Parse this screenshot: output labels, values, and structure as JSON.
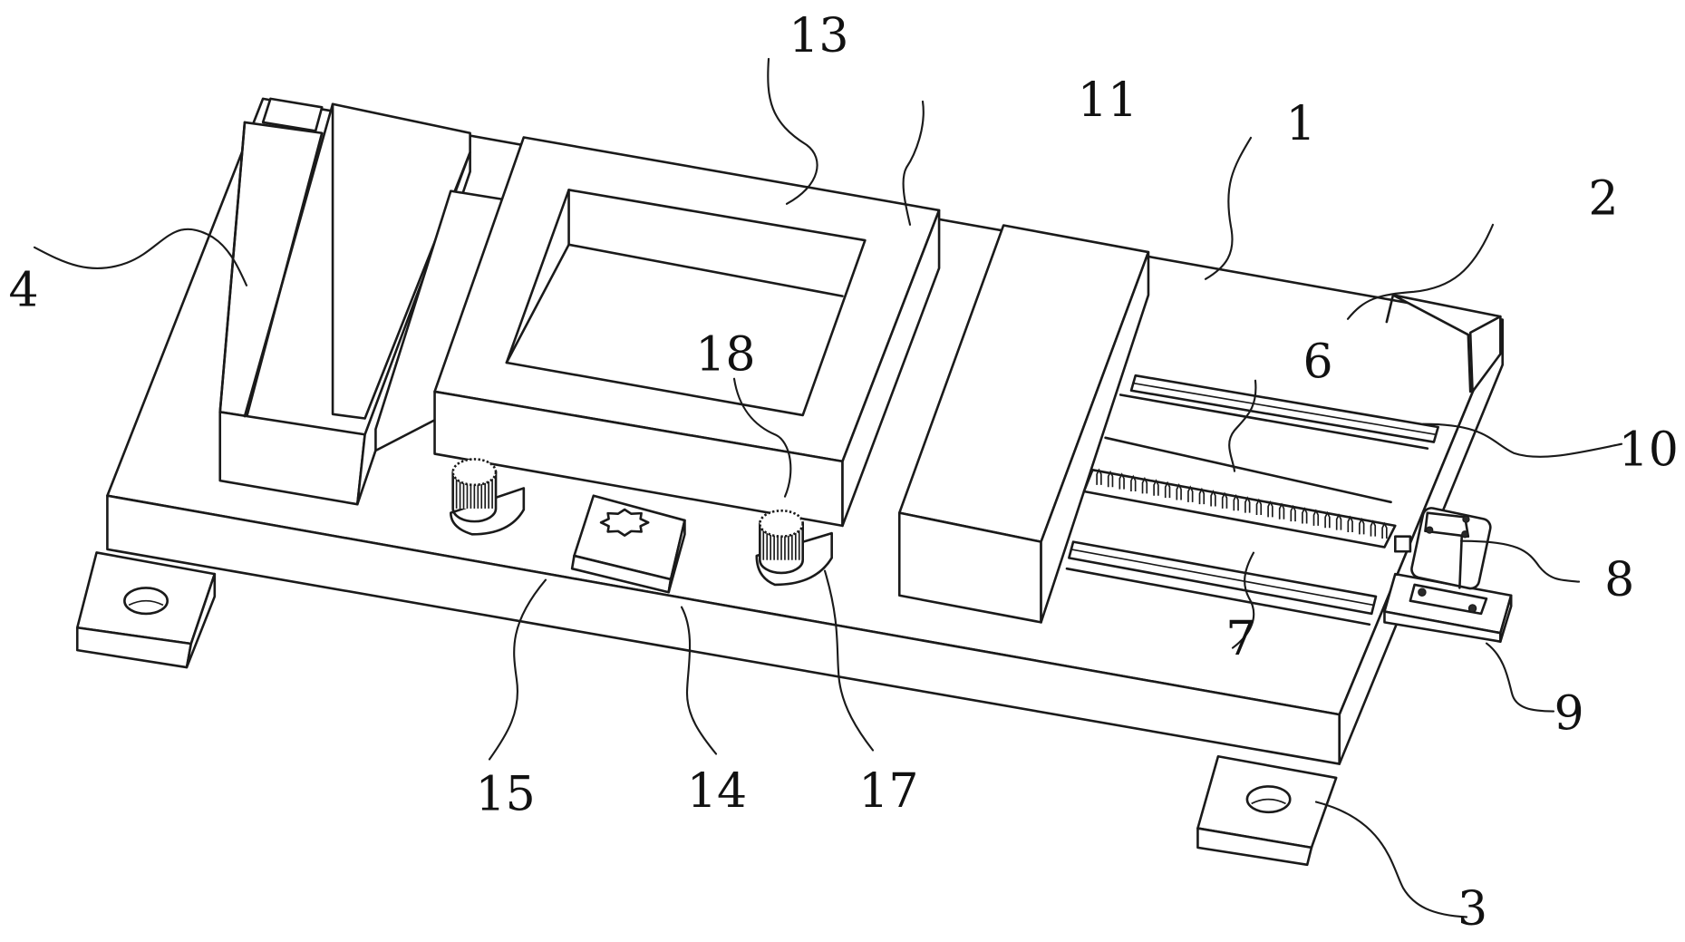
{
  "figure": {
    "type": "patent-drawing",
    "subject": "isometric view of a base plate apparatus with sliding blocks, rack, gears and motor",
    "line_color": "#1a1a1a",
    "background": "#ffffff"
  },
  "labels": [
    {
      "id": "ref-1",
      "text": "1",
      "part": "base plate / main body"
    },
    {
      "id": "ref-2",
      "text": "2",
      "part": "end stop block"
    },
    {
      "id": "ref-3",
      "text": "3",
      "part": "mounting hole"
    },
    {
      "id": "ref-4",
      "text": "4",
      "part": "left clamp block"
    },
    {
      "id": "ref-6",
      "text": "6",
      "part": "slot"
    },
    {
      "id": "ref-7",
      "text": "7",
      "part": "rack"
    },
    {
      "id": "ref-8",
      "text": "8",
      "part": "motor"
    },
    {
      "id": "ref-9",
      "text": "9",
      "part": "motor mount"
    },
    {
      "id": "ref-10",
      "text": "10",
      "part": "sliding block"
    },
    {
      "id": "ref-11",
      "text": "11",
      "part": "guide rail"
    },
    {
      "id": "ref-13",
      "text": "13",
      "part": "frame"
    },
    {
      "id": "ref-14",
      "text": "14",
      "part": "gear seat"
    },
    {
      "id": "ref-15",
      "text": "15",
      "part": "gear"
    },
    {
      "id": "ref-17",
      "text": "17",
      "part": "knob seat"
    },
    {
      "id": "ref-18",
      "text": "18",
      "part": "adjustment knob"
    }
  ]
}
